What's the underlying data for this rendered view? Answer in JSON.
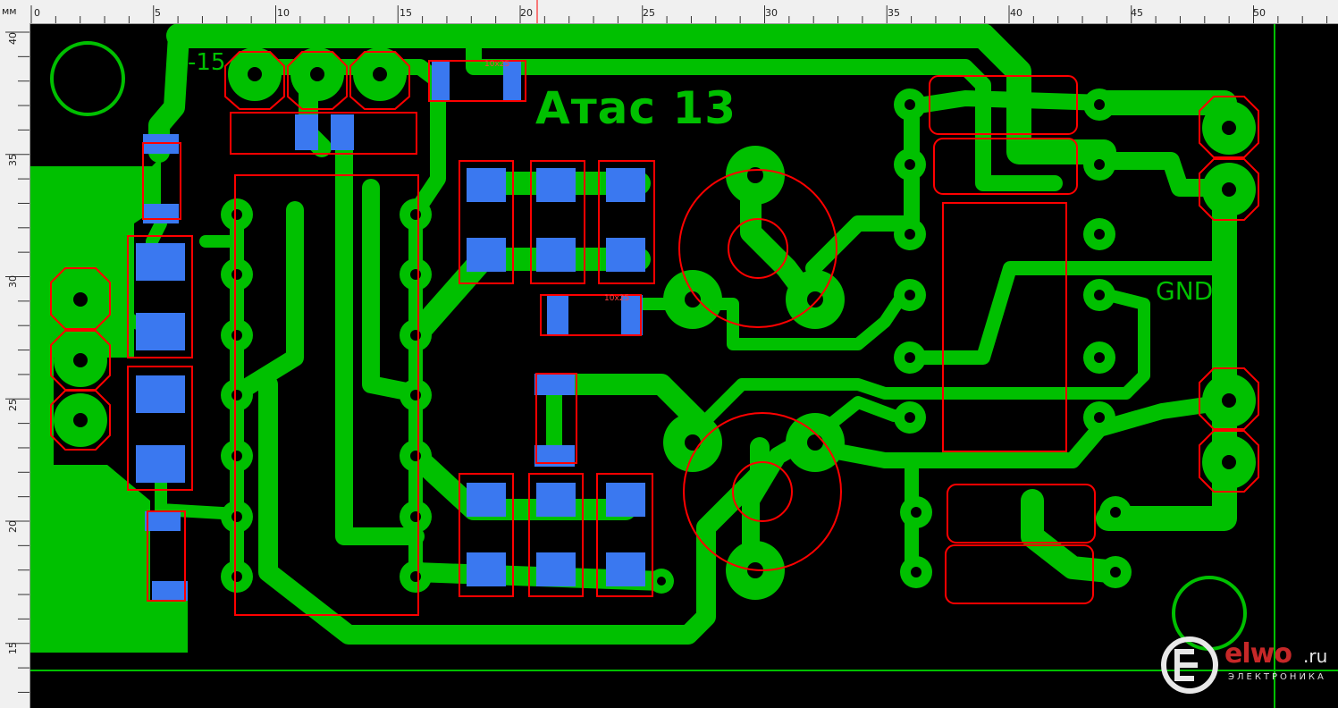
{
  "ruler": {
    "unit": "мм",
    "top_ticks": [
      "0",
      "5",
      "10",
      "15",
      "20",
      "25",
      "30",
      "35",
      "40",
      "45",
      "50"
    ],
    "left_ticks": [
      "40",
      "35",
      "30",
      "25",
      "20",
      "15"
    ]
  },
  "board": {
    "title": "Атас 13",
    "gnd_label": "GND",
    "rail_label": "-15",
    "part_value": "10x25"
  },
  "watermark": {
    "brand": "elwo",
    "tld": ".ru",
    "subtitle": "ЭЛЕКТРОНИКА"
  },
  "colors": {
    "copper": "#00c000",
    "smd_pad": "#3a78f0",
    "component_outline": "#ff0000",
    "board_outline": "#00c000",
    "background": "#000000"
  }
}
